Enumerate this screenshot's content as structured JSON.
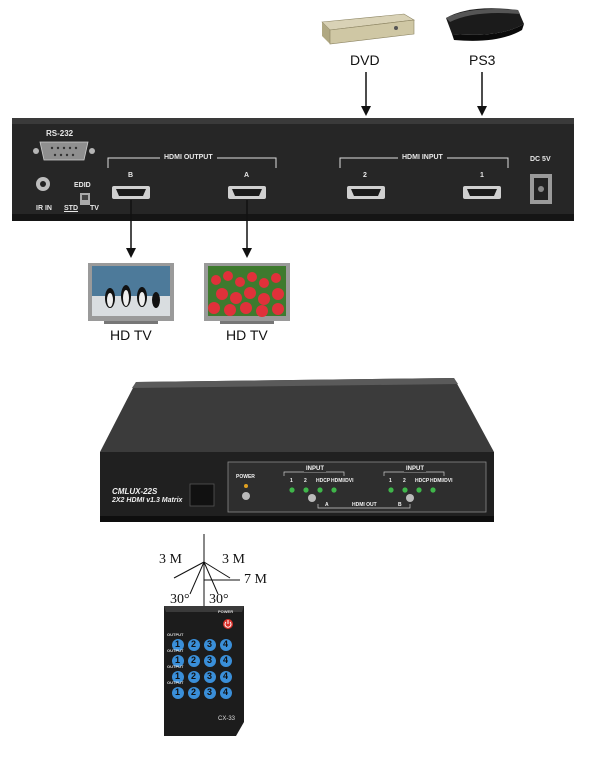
{
  "sources": {
    "dvd_label": "DVD",
    "ps3_label": "PS3"
  },
  "rear_panel": {
    "rs232": "RS-232",
    "hdmi_output": "HDMI OUTPUT",
    "hdmi_input": "HDMI INPUT",
    "output_b": "B",
    "output_a": "A",
    "input_2": "2",
    "input_1": "1",
    "dc": "DC 5V",
    "edid": "EDID",
    "std": "STD",
    "tv": "TV",
    "ir_in": "IR IN"
  },
  "displays": {
    "tv_left": "HD TV",
    "tv_right": "HD TV"
  },
  "front_panel": {
    "model": "CMLUX-22S",
    "subtitle": "2X2 HDMI v1.3 Matrix",
    "power": "POWER",
    "input_a": "INPUT",
    "input_b": "INPUT",
    "num1": "1",
    "num2": "2",
    "hdcp": "HDCP",
    "hdmi_dvi": "HDMI/DVI",
    "num1b": "1",
    "num2b": "2",
    "hdcp_b": "HDCP",
    "hdmi_dvi_b": "HDMI/DVI",
    "out_a": "A",
    "hdmi_out": "HDMI OUT",
    "out_b": "B",
    "led_color": "#3fb64a"
  },
  "ir_range": {
    "left": "3 M",
    "right": "3 M",
    "distance": "7 M",
    "angle_left": "30°",
    "angle_right": "30°"
  },
  "remote": {
    "power": "POWER",
    "rows": [
      {
        "label": "OUTPUT",
        "buttons": [
          "1",
          "2",
          "3",
          "4"
        ]
      },
      {
        "label": "OUTPUT",
        "buttons": [
          "1",
          "2",
          "3",
          "4"
        ]
      },
      {
        "label": "OUTPUT",
        "buttons": [
          "1",
          "2",
          "3",
          "4"
        ]
      },
      {
        "label": "OUTPUT",
        "buttons": [
          "1",
          "2",
          "3",
          "4"
        ]
      }
    ],
    "model": "CX-33",
    "button_color": "#3a8fd9",
    "power_color": "#d9302a"
  }
}
